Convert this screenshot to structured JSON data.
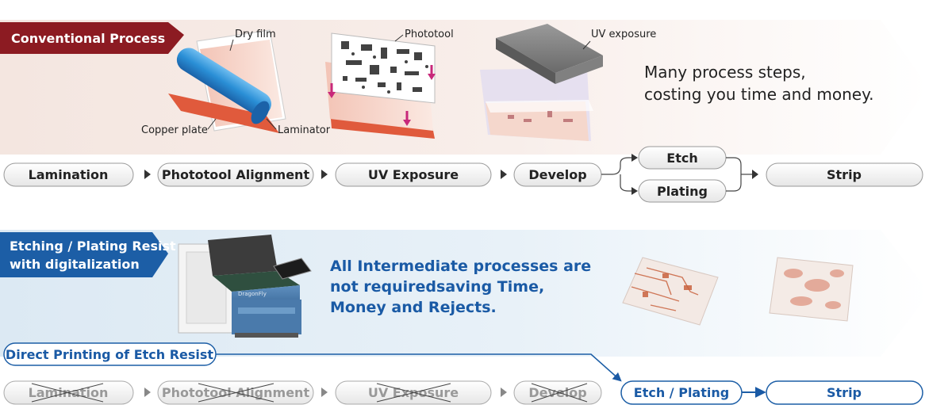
{
  "colors": {
    "conv_badge": "#8c1b22",
    "digi_badge": "#1c5ea6",
    "blue_text": "#1a5aa5",
    "gray_text": "#999999",
    "dark_text": "#222222",
    "pink_arrow": "#c8287a",
    "copper": "#e05a3c",
    "roller": "#2a8fd6"
  },
  "conventional": {
    "title": "Conventional Process",
    "tagline_1": "Many process steps,",
    "tagline_2": "costing you time and money.",
    "labels": {
      "dry_film": "Dry film",
      "copper_plate": "Copper plate",
      "laminator": "Laminator",
      "phototool": "Phototool",
      "uv_exposure": "UV exposure"
    },
    "steps": {
      "lamination": "Lamination",
      "phototool_alignment": "Phototool Alignment",
      "uv_exposure": "UV Exposure",
      "develop": "Develop",
      "etch": "Etch",
      "plating": "Plating",
      "strip": "Strip"
    }
  },
  "digital": {
    "title_1": "Etching / Plating Resist",
    "title_2": "with digitalization",
    "machine_brand": "DragonFly",
    "tagline_1": "All Intermediate processes are",
    "tagline_2": "not requiredsaving Time,",
    "tagline_3": "Money and Rejects.",
    "direct_printing": "Direct Printing of Etch Resist",
    "steps": {
      "lamination": "Lamination",
      "phototool_alignment": "Phototool Alignment",
      "uv_exposure": "UV Exposure",
      "develop": "Develop",
      "etch_plating": "Etch / Plating",
      "strip": "Strip"
    }
  }
}
